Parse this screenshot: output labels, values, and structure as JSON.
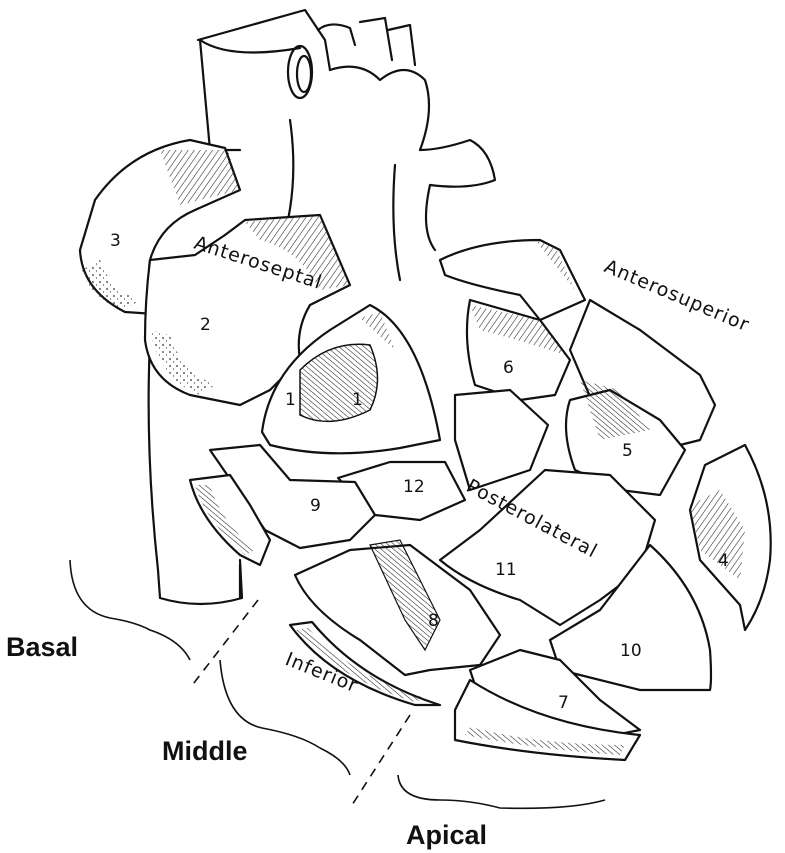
{
  "segments": {
    "s1": "1",
    "s1b": "1",
    "s2": "2",
    "s3": "3",
    "s4": "4",
    "s5": "5",
    "s6": "6",
    "s7": "7",
    "s8": "8",
    "s9": "9",
    "s10": "10",
    "s11": "11",
    "s12": "12"
  },
  "walls": {
    "anteroseptal": "Anteroseptal",
    "anterosuperior": "Anterosuperior",
    "posterolateral": "Posterolateral",
    "inferior": "Inferior"
  },
  "levels": {
    "basal": "Basal",
    "middle": "Middle",
    "apical": "Apical"
  }
}
